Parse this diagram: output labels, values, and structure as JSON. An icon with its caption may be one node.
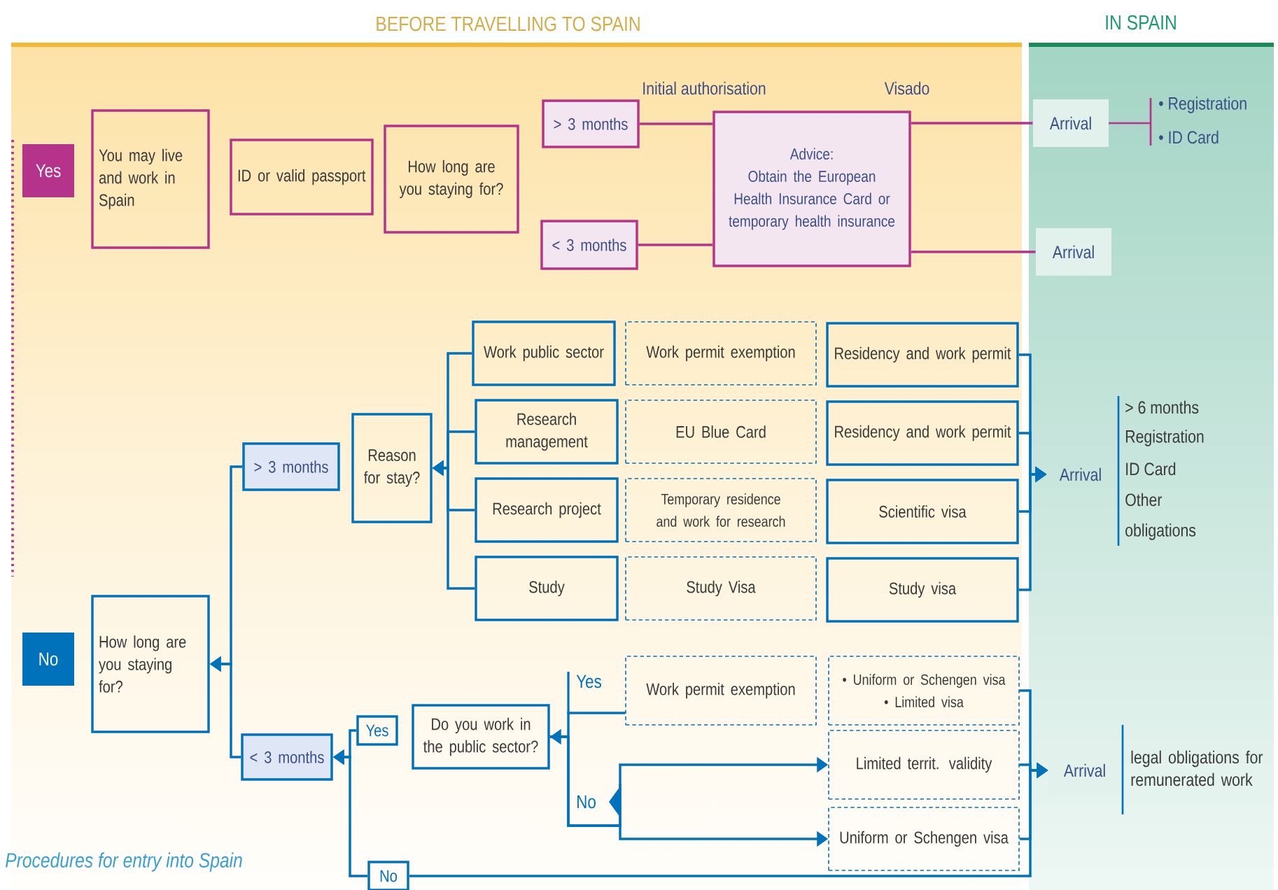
{
  "diagram": {
    "caption": "Procedures for entry into Spain",
    "nodes": [
      {
        "text": [
          "Yes"
        ]
      },
      {
        "text": [
          "You may live and work in Spain"
        ]
      },
      {
        "text": [
          "ID or valid passport"
        ]
      },
      {
        "text": [
          "How long are you staying for?"
        ]
      },
      {
        "text": [
          "> 3 months"
        ]
      },
      {
        "text": [
          "< 3 months"
        ]
      },
      {
        "text": [
          "Advice:",
          "Obtain the European Health Insurance Card or temporary health insurance"
        ]
      },
      {
        "text": [
          "Arrival"
        ]
      },
      {
        "text": [
          "Arrival"
        ]
      },
      {
        "text": [
          "No"
        ]
      },
      {
        "text": [
          "How long are you staying for?"
        ]
      },
      {
        "text": [
          "> 3 months"
        ]
      },
      {
        "text": [
          "Reason for stay?"
        ]
      },
      {
        "text": [
          "Work public sector"
        ]
      },
      {
        "text": [
          "Work permit exemption"
        ]
      },
      {
        "text": [
          "Residency and work permit"
        ]
      },
      {
        "text": [
          "Research management"
        ]
      },
      {
        "text": [
          "EU Blue Card"
        ]
      },
      {
        "text": [
          "Residency and work permit"
        ]
      },
      {
        "text": [
          "Research project"
        ]
      },
      {
        "text": [
          "Temporary residence and work for research"
        ]
      },
      {
        "text": [
          "Scientific visa"
        ]
      },
      {
        "text": [
          "Study"
        ]
      },
      {
        "text": [
          "Study Visa"
        ]
      },
      {
        "text": [
          "Study visa"
        ]
      },
      {
        "text": [
          "Arrival"
        ]
      },
      {
        "text": [
          "< 3 months"
        ]
      },
      {
        "text": [
          "Yes"
        ]
      },
      {
        "text": [
          "Do you work in the public sector?"
        ]
      },
      {
        "text": [
          "Work permit exemption"
        ]
      },
      {
        "text": [
          "• Uniform or Schengen visa",
          "• Limited visa"
        ]
      },
      {
        "text": [
          "Limited territ. validity"
        ]
      },
      {
        "text": [
          "Uniform or Schengen visa"
        ]
      },
      {
        "text": [
          "No"
        ]
      },
      {
        "text": [
          "Arrival"
        ]
      }
    ],
    "edges": [
      {
        "from": 4,
        "to": 6,
        "arrow": "none",
        "color": "#b5338a"
      },
      {
        "from": 5,
        "to": 6,
        "arrow": "none",
        "color": "#b5338a"
      },
      {
        "from": 6,
        "to": 7,
        "arrow": "none",
        "color": "#b5338a"
      },
      {
        "from": 6,
        "to": 8,
        "arrow": "none",
        "color": "#b5338a"
      },
      {
        "from": 11,
        "to": 10,
        "arrow": "to"
      },
      {
        "from": 26,
        "to": 10,
        "arrow": "to"
      },
      {
        "from": 13,
        "to": 12,
        "arrow": "to"
      },
      {
        "from": 16,
        "to": 12,
        "arrow": "to"
      },
      {
        "from": 19,
        "to": 12,
        "arrow": "to"
      },
      {
        "from": 22,
        "to": 12,
        "arrow": "to"
      },
      {
        "from": 15,
        "to": 25,
        "arrow": "to"
      },
      {
        "from": 18,
        "to": 25,
        "arrow": "to"
      },
      {
        "from": 21,
        "to": 25,
        "arrow": "to"
      },
      {
        "from": 24,
        "to": 25,
        "arrow": "to"
      },
      {
        "from": 27,
        "to": 26,
        "arrow": "to"
      },
      {
        "from": 33,
        "to": 26,
        "arrow": "to"
      },
      {
        "from": 29,
        "to": 28,
        "arrow": "to"
      },
      {
        "from": 28,
        "to": 31,
        "arrow": "to"
      },
      {
        "from": 28,
        "to": 32,
        "arrow": "to"
      },
      {
        "from": 30,
        "to": 34,
        "arrow": "to"
      },
      {
        "from": 31,
        "to": 34,
        "arrow": "to"
      },
      {
        "from": 32,
        "to": 34,
        "arrow": "to"
      },
      {
        "from": 33,
        "to": 34,
        "arrow": "to"
      }
    ],
    "labels": [
      "BEFORE TRAVELLING TO SPAIN",
      "IN SPAIN",
      "Initial authorisation",
      "Visado",
      "• Registration",
      "• ID Card",
      "> 6 months",
      "Registration",
      "ID Card",
      "Other",
      "obligations",
      "Yes",
      "legal obligations for remunerated work",
      "No"
    ]
  }
}
